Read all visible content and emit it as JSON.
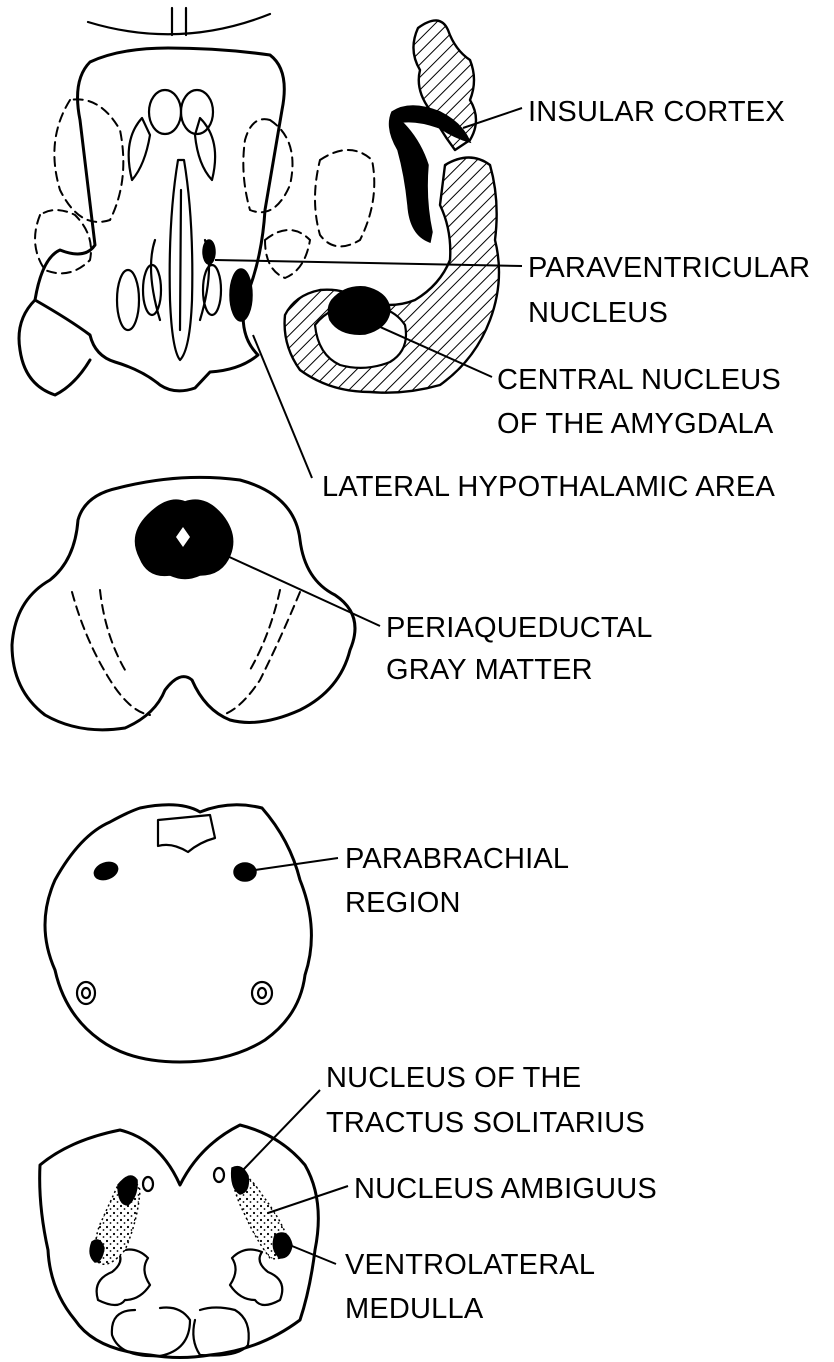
{
  "colors": {
    "ink": "#000000",
    "paper": "#ffffff"
  },
  "sections": {
    "forebrain": {
      "labels": {
        "insular_cortex": "INSULAR CORTEX",
        "paraventricular_1": "PARAVENTRICULAR",
        "paraventricular_2": "NUCLEUS",
        "central_nucleus_1": "CENTRAL NUCLEUS",
        "central_nucleus_2": "OF THE AMYGDALA",
        "lateral_hypothalamic": "LATERAL HYPOTHALAMIC AREA"
      }
    },
    "midbrain": {
      "labels": {
        "periaqueductal_1": "PERIAQUEDUCTAL",
        "periaqueductal_2": "GRAY MATTER"
      }
    },
    "pons": {
      "labels": {
        "parabrachial_1": "PARABRACHIAL",
        "parabrachial_2": "REGION"
      }
    },
    "medulla": {
      "labels": {
        "nts_1": "NUCLEUS OF THE",
        "nts_2": "TRACTUS SOLITARIUS",
        "ambiguus": "NUCLEUS AMBIGUUS",
        "vlm_1": "VENTROLATERAL",
        "vlm_2": "MEDULLA"
      }
    }
  }
}
